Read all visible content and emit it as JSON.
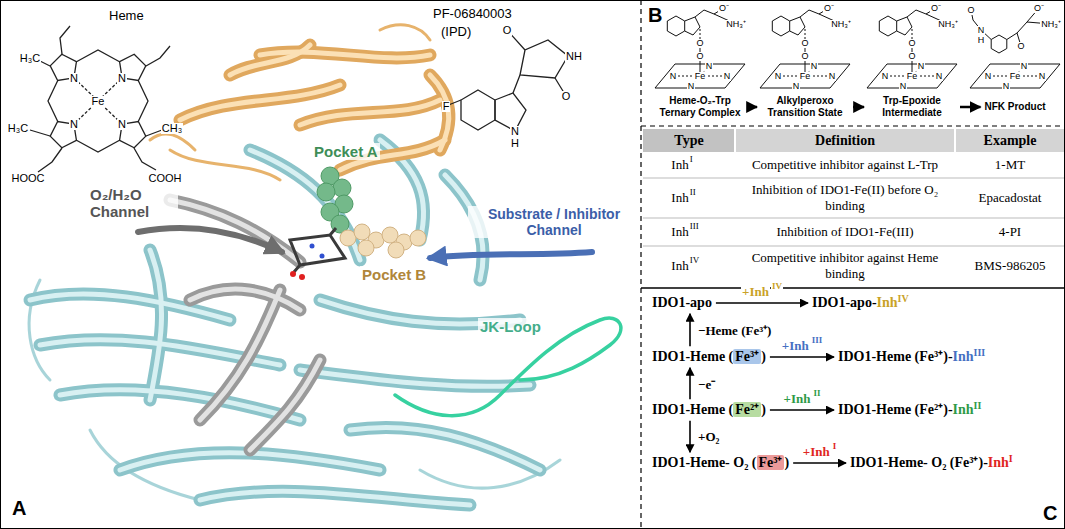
{
  "diagram": {
    "nodes": [
      {
        "text": [
          "Heme-O₂-Trp Ternary Complex"
        ]
      },
      {
        "text": [
          "Alkylperoxo Transition State"
        ]
      },
      {
        "text": [
          "Trp-Epoxide Intermediate"
        ]
      },
      {
        "text": [
          "NFK Product"
        ]
      },
      {
        "text": [
          "IDO1-apo"
        ]
      },
      {
        "text": [
          "IDO1-apo-",
          "Inh",
          "IV"
        ]
      },
      {
        "text": [
          "IDO1-Heme (",
          "Fe³⁺",
          ")"
        ]
      },
      {
        "text": [
          "IDO1-Heme (Fe³⁺)-",
          "Inh",
          "III"
        ]
      },
      {
        "text": [
          "IDO1-Heme (",
          "Fe²⁺",
          ")"
        ]
      },
      {
        "text": [
          "IDO1-Heme (Fe²⁺)-",
          "Inh",
          "II"
        ]
      },
      {
        "text": [
          "IDO1-Heme- O₂ (",
          "Fe³⁺",
          ")"
        ]
      },
      {
        "text": [
          "IDO1-Heme- O₂ (Fe³⁺)-",
          "Inh",
          "I"
        ]
      }
    ],
    "edges": [
      {
        "from": 0,
        "to": 1,
        "arrow": "to"
      },
      {
        "from": 1,
        "to": 2,
        "arrow": "to"
      },
      {
        "from": 2,
        "to": 3,
        "arrow": "to"
      },
      {
        "from": 4,
        "to": 5,
        "arrow": "to"
      },
      {
        "from": 6,
        "to": 4,
        "arrow": "to"
      },
      {
        "from": 6,
        "to": 7,
        "arrow": "to"
      },
      {
        "from": 8,
        "to": 6,
        "arrow": "to"
      },
      {
        "from": 8,
        "to": 9,
        "arrow": "to"
      },
      {
        "from": 8,
        "to": 10,
        "arrow": "to"
      },
      {
        "from": 10,
        "to": 11,
        "arrow": "to"
      }
    ],
    "labels": [
      "A",
      "Heme",
      "H₃C",
      "H₃C",
      "CH₃",
      "N",
      "N",
      "N",
      "N",
      "Fe",
      "HOOC",
      "COOH",
      "PF-06840003",
      "(IPD)",
      "F",
      "N",
      "H",
      "O",
      "O",
      "NH",
      "Pocket A",
      "O₂/H₂O Channel",
      "Substrate / Inhibitor Channel",
      "Pocket B",
      "JK-Loop",
      "B",
      "N",
      "N",
      "N",
      "N",
      "Fe",
      "O",
      "O",
      "O⁻",
      "NH₃⁺",
      "N",
      "N",
      "N",
      "N",
      "Fe",
      "O",
      "O",
      "O⁻",
      "NH₃⁺",
      "N",
      "N",
      "N",
      "N",
      "Fe",
      "O",
      "O",
      "O⁻",
      "NH₃⁺",
      "N",
      "N",
      "N",
      "N",
      "Fe",
      "O⁻",
      "NH₃⁺",
      "O",
      "O",
      "N",
      "H",
      "Type",
      "Definition",
      "Example",
      "Inh",
      "I",
      "Competitive inhibitor against L-Trp",
      "1-MT",
      "Inh",
      "II",
      "Inhibition of IDO1-Fe(II) before O₂ binding",
      "Epacadostat",
      "Inh",
      "III",
      "Inhibition of IDO1-Fe(III)",
      "4-PI",
      "Inh",
      "IV",
      "Competitive inhibitor against Heme binding",
      "BMS-986205",
      "+Inh",
      "IV",
      "−Heme (Fe³⁺)",
      "+Inh",
      "III",
      "−e⁻",
      "+Inh",
      "II",
      "+O₂",
      "+Inh",
      "I",
      "C"
    ]
  }
}
